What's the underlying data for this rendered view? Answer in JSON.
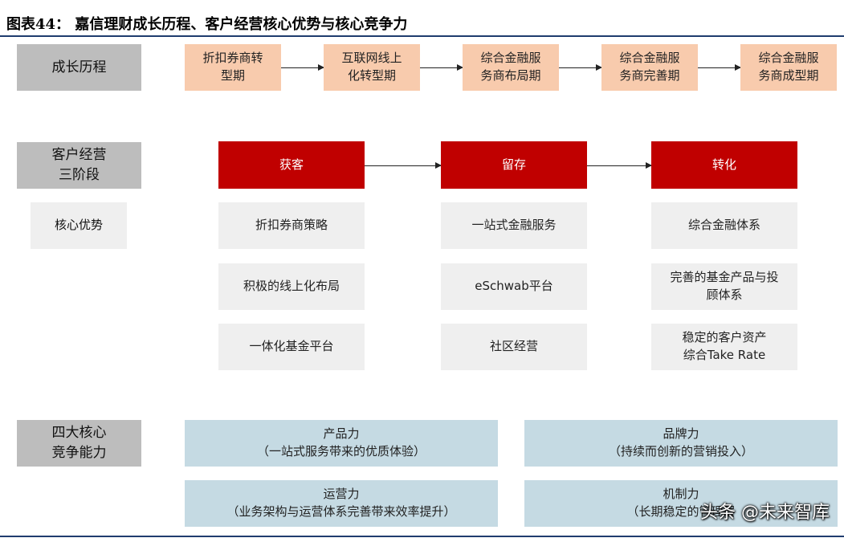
{
  "title": "图表44：  嘉信理财成长历程、客户经营核心优势与核心竞争力",
  "growth": {
    "label": "成长历程",
    "phases": [
      "折扣券商转\n型期",
      "互联网线上\n化转型期",
      "综合金融服\n务商布局期",
      "综合金融服\n务商完善期",
      "综合金融服\n务商成型期"
    ]
  },
  "stages": {
    "label": "客户经营\n三阶段",
    "items": [
      "获客",
      "留存",
      "转化"
    ]
  },
  "core": {
    "label": "核心优势",
    "columns": [
      [
        "折扣券商策略",
        "积极的线上化布局",
        "一体化基金平台"
      ],
      [
        "一站式金融服务",
        "eSchwab平台",
        "社区经营"
      ],
      [
        "综合金融体系",
        "完善的基金产品与投\n顾体系",
        "稳定的客户资产\n综合Take Rate"
      ]
    ]
  },
  "competitiveness": {
    "label": "四大核心\n竞争能力",
    "items": [
      {
        "title": "产品力",
        "desc": "（一站式服务带来的优质体验）"
      },
      {
        "title": "品牌力",
        "desc": "（持续而创新的营销投入）"
      },
      {
        "title": "运营力",
        "desc": "（业务架构与运营体系完善带来效率提升）"
      },
      {
        "title": "机制力",
        "desc": "（长期稳定的管理层"
      }
    ]
  },
  "watermark": "头条 @未来智库",
  "colors": {
    "phase": "#f8cbad",
    "stage": "#c00000",
    "label": "#bdbdbd",
    "light": "#efefef",
    "comp": "#c5dae3",
    "rule": "#1f3c6e"
  }
}
